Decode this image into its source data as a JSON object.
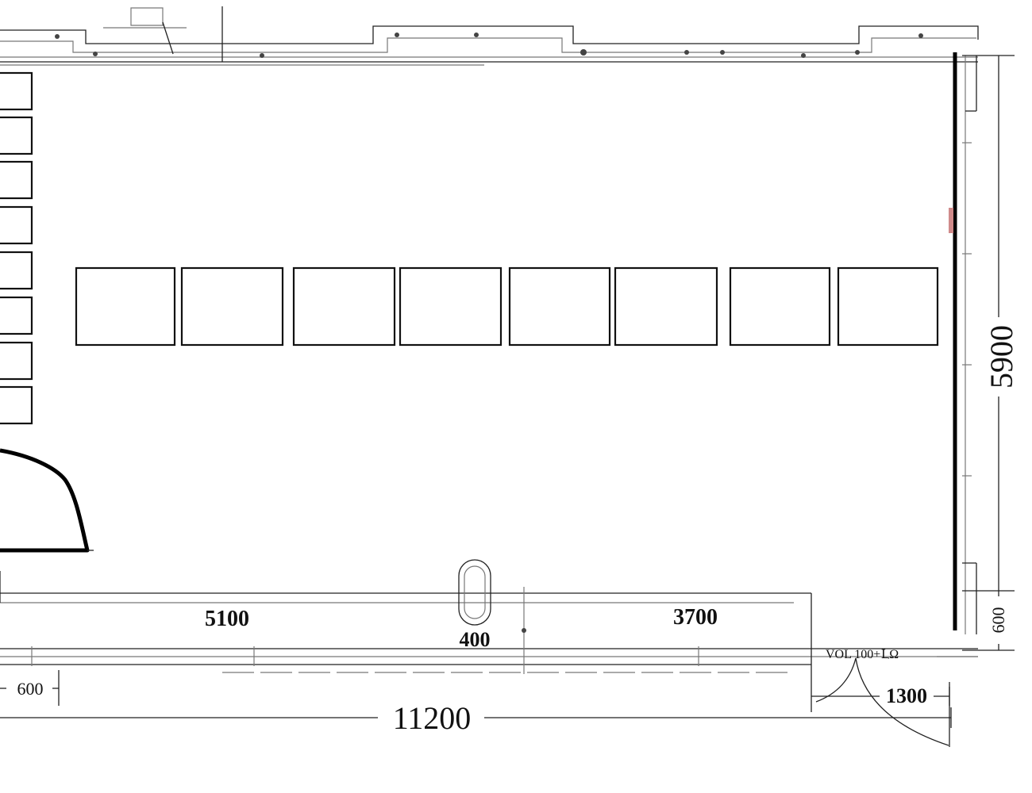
{
  "plan": {
    "dimensions": {
      "overall_length": "11200",
      "room_depth": "5900",
      "right_bottom_offset": "600",
      "left_bottom_offset": "600",
      "door_width": "1300",
      "segment_left": "5100",
      "segment_mid": "400",
      "segment_right": "3700"
    },
    "notes": {
      "wall_note_bottom_right": "VOL  100+ԼΩ"
    },
    "desk_row_count": 8,
    "left_desk_count": 8
  }
}
